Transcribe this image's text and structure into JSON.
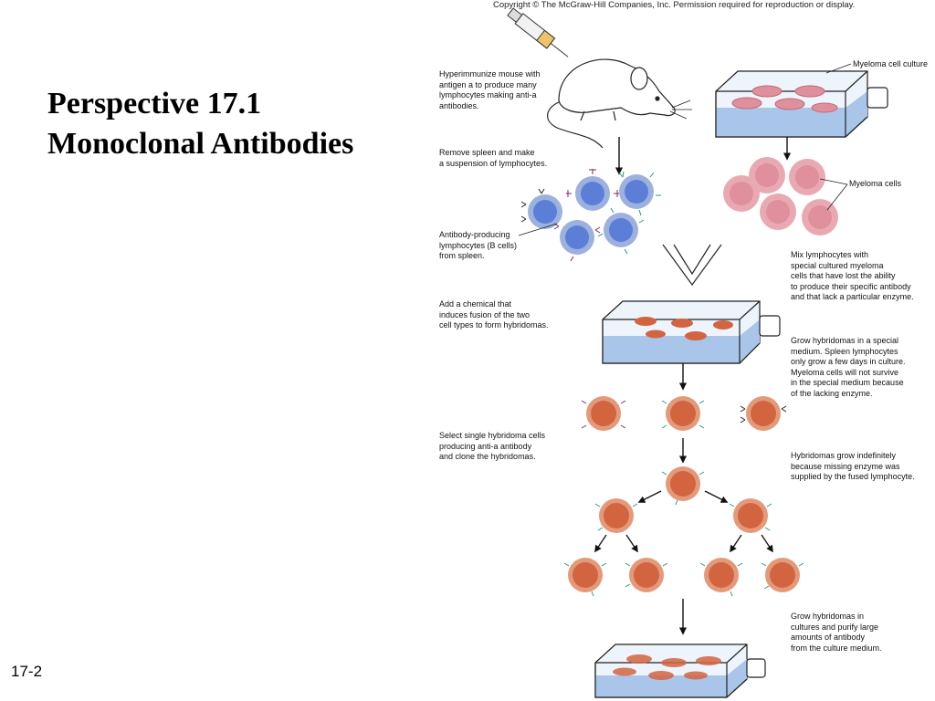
{
  "slide": {
    "title_line1": "Perspective 17.1",
    "title_line2": "Monoclonal Antibodies",
    "number": "17-2"
  },
  "figure": {
    "copyright": "Copyright © The McGraw-Hill Companies, Inc. Permission required for reproduction or display.",
    "labels": {
      "myeloma_culture": "Myeloma cell culture",
      "myeloma_cells": "Myeloma cells"
    },
    "steps": {
      "hyperimmunize": "Hyperimmunize mouse with\nantigen a to produce many\nlymphocytes making anti-a\nantibodies.",
      "remove_spleen": "Remove spleen and make\na suspension of lymphocytes.",
      "antibody_producing": "Antibody-producing\nlymphocytes (B cells)\nfrom spleen.",
      "mix": "Mix lymphocytes with\nspecial cultured myeloma\ncells that have lost the ability\nto produce their specific antibody\nand that lack a particular enzyme.",
      "add_chemical": "Add a chemical that\ninduces fusion of the two\ncell types to form hybridomas.",
      "grow_special": "Grow hybridomas in a special\nmedium. Spleen lymphocytes\nonly grow a few days in culture.\nMyeloma cells will not survive\nin the special medium because\nof the lacking enzyme.",
      "select_single": "Select single hybridoma cells\nproducing anti-a antibody\nand clone the hybridomas.",
      "grow_indefinitely": "Hybridomas grow indefinitely\nbecause missing enzyme was\nsupplied by the fused lymphocyte.",
      "grow_purify": "Grow hybridomas in\ncultures and purify large\namounts of antibody\nfrom the culture medium."
    },
    "colors": {
      "lymphocyte": "#5b7fd6",
      "myeloma": "#e08f9c",
      "hybridoma": "#d2643f",
      "medium": "#a9c6ea",
      "antibody": "#1f9a8a"
    }
  }
}
